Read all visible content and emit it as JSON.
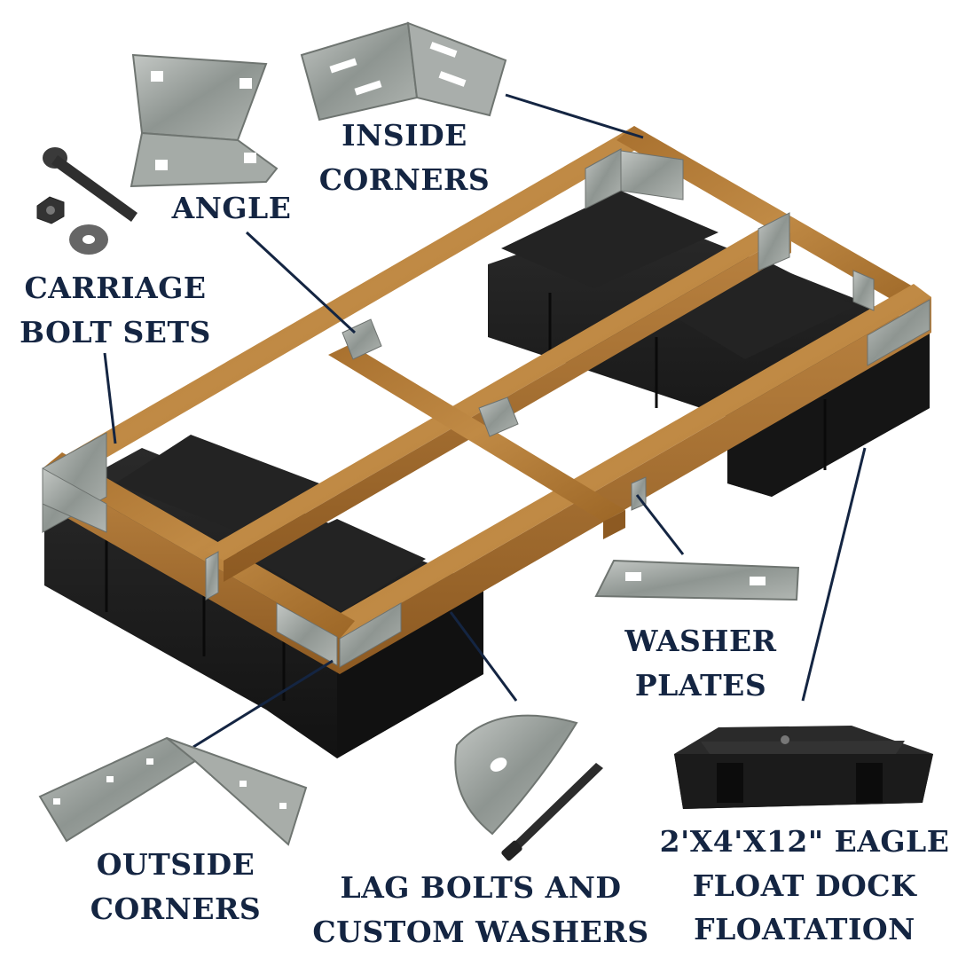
{
  "labels": {
    "inside_corners": [
      "INSIDE",
      "CORNERS"
    ],
    "angle": [
      "ANGLE"
    ],
    "carriage_bolt_sets": [
      "CARRIAGE",
      "BOLT SETS"
    ],
    "washer_plates": [
      "WASHER",
      "PLATES"
    ],
    "outside_corners": [
      "OUTSIDE",
      "CORNERS"
    ],
    "lag_bolts": [
      "LAG BOLTS AND",
      "CUSTOM WASHERS"
    ],
    "floatation": [
      "2'X4'X12\" EAGLE",
      "FLOAT DOCK",
      "FLOATATION"
    ]
  },
  "colors": {
    "label_text": "#142542",
    "leader_line": "#142542",
    "wood": "#b07a34",
    "float": "#1d1d1d",
    "steel": "#9aa19d"
  },
  "icons": [
    "angle-bracket-icon",
    "inside-corner-bracket-icon",
    "carriage-bolt-icon",
    "hex-nut-icon",
    "round-washer-icon",
    "washer-plate-icon",
    "outside-corner-bracket-icon",
    "custom-washer-icon",
    "lag-bolt-icon",
    "float-drum-icon"
  ]
}
